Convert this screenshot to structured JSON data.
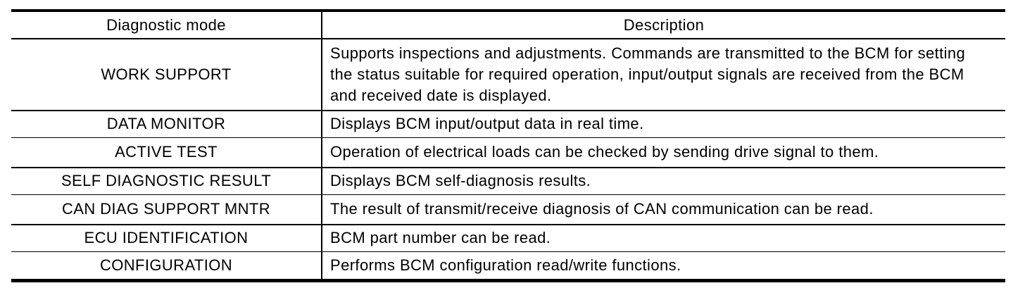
{
  "page": {
    "background_color": "#ffffff",
    "text_color": "#000000",
    "border_color": "#000000"
  },
  "table": {
    "headers": [
      "Diagnostic mode",
      "Description"
    ],
    "rows": [
      {
        "mode": "WORK SUPPORT",
        "description": "Supports inspections and adjustments. Commands are transmitted to the BCM for setting the status suitable for required operation, input/output signals are received from the BCM and received date is displayed."
      },
      {
        "mode": "DATA MONITOR",
        "description": "Displays BCM input/output data in real time."
      },
      {
        "mode": "ACTIVE TEST",
        "description": "Operation of electrical loads can be checked by sending drive signal to them."
      },
      {
        "mode": "SELF DIAGNOSTIC RESULT",
        "description": "Displays BCM self-diagnosis results."
      },
      {
        "mode": "CAN DIAG SUPPORT MNTR",
        "description": "The result of transmit/receive diagnosis of CAN communication can be read."
      },
      {
        "mode": "ECU IDENTIFICATION",
        "description": "BCM part number can be read."
      },
      {
        "mode": "CONFIGURATION",
        "description": "Performs BCM configuration read/write functions."
      }
    ]
  }
}
